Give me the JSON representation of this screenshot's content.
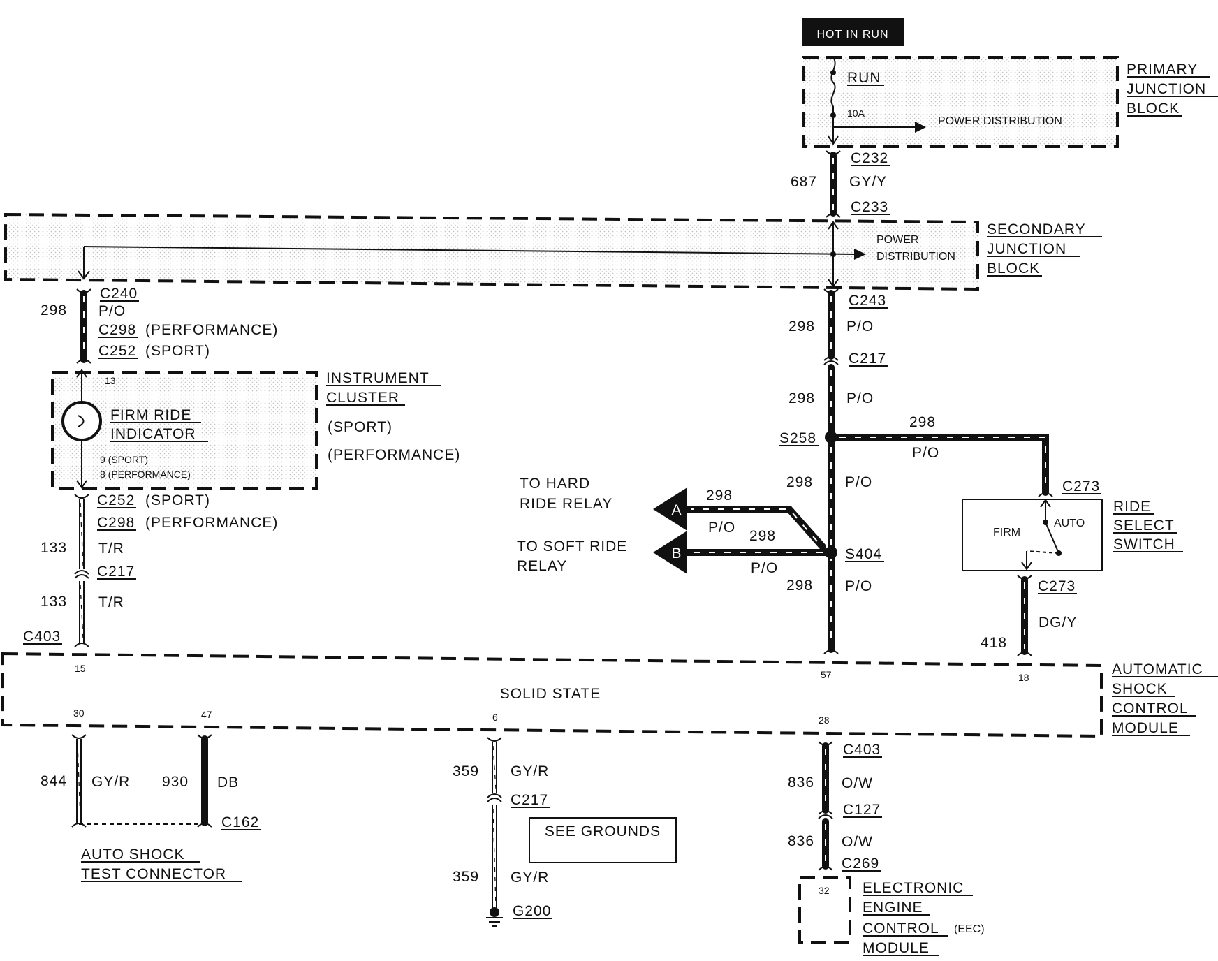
{
  "hot_in_run": "HOT IN RUN",
  "primary_block": {
    "line1": "PRIMARY",
    "line2": "JUNCTION",
    "line3": "BLOCK",
    "run_label": "RUN",
    "fuse_rating": "10A",
    "power_distribution": "POWER DISTRIBUTION"
  },
  "wire_687": {
    "circuit": "687",
    "color": "GY/Y",
    "conn_top": "C232",
    "conn_bottom": "C233"
  },
  "secondary_block": {
    "line1": "SECONDARY",
    "line2": "JUNCTION",
    "line3": "BLOCK",
    "power": "POWER",
    "distribution": "DISTRIBUTION"
  },
  "left_feed": {
    "conn": "C240",
    "circuit": "298",
    "color": "P/O",
    "conn_perf": "C298",
    "perf_label": "(PERFORMANCE)",
    "conn_sport": "C252",
    "sport_label": "(SPORT)"
  },
  "instrument_cluster": {
    "line1": "INSTRUMENT",
    "line2": "CLUSTER",
    "sport": "(SPORT)",
    "performance": "(PERFORMANCE)",
    "pin_top": "13",
    "pin_bottom_sport": "9 (SPORT)",
    "pin_bottom_perf": "8 (PERFORMANCE)",
    "indicator_line1": "FIRM RIDE",
    "indicator_line2": "INDICATOR"
  },
  "left_lower": {
    "conn_sport": "C252",
    "sport_label": "(SPORT)",
    "conn_perf": "C298",
    "perf_label": "(PERFORMANCE)",
    "circuit_top": "133",
    "color_top": "T/R",
    "conn_mid": "C217",
    "circuit_bottom": "133",
    "color_bottom": "T/R",
    "conn_bottom": "C403"
  },
  "right_trunk": {
    "conn_c243": "C243",
    "circuit_a": "298",
    "color_a": "P/O",
    "conn_c217": "C217",
    "circuit_b": "298",
    "color_b": "P/O",
    "splice_s258": "S258",
    "circuit_c": "298",
    "color_c": "P/O",
    "splice_s404": "S404",
    "circuit_d": "298",
    "color_d": "P/O"
  },
  "branch_to_switch": {
    "circuit": "298",
    "color": "P/O",
    "conn": "C273"
  },
  "ride_select_switch": {
    "line1": "RIDE",
    "line2": "SELECT",
    "line3": "SWITCH",
    "firm": "FIRM",
    "auto": "AUTO",
    "conn_bottom": "C273",
    "circuit": "418",
    "color": "DG/Y"
  },
  "hard_relay": {
    "line1": "TO HARD",
    "line2": "RIDE RELAY",
    "letter": "A",
    "circuit": "298",
    "color": "P/O"
  },
  "soft_relay": {
    "line1": "TO SOFT RIDE",
    "line2": "RELAY",
    "letter": "B",
    "circuit": "298",
    "color": "P/O"
  },
  "asc_module": {
    "line1": "AUTOMATIC",
    "line2": "SHOCK",
    "line3": "CONTROL",
    "line4": "MODULE",
    "solid_state": "SOLID STATE",
    "pin_15": "15",
    "pin_57": "57",
    "pin_18": "18",
    "pin_30": "30",
    "pin_47": "47",
    "pin_6": "6",
    "pin_28": "28"
  },
  "test_connector": {
    "circuit_a": "844",
    "color_a": "GY/R",
    "circuit_b": "930",
    "color_b": "DB",
    "conn": "C162",
    "line1": "AUTO SHOCK",
    "line2": "TEST CONNECTOR"
  },
  "ground": {
    "circuit_top": "359",
    "color_top": "GY/R",
    "conn": "C217",
    "circuit_bottom": "359",
    "color_bottom": "GY/R",
    "ground_id": "G200",
    "see_grounds": "SEE GROUNDS"
  },
  "eec": {
    "conn_c403": "C403",
    "circuit_a": "836",
    "color_a": "O/W",
    "conn_c127": "C127",
    "circuit_b": "836",
    "color_b": "O/W",
    "conn_c269": "C269",
    "pin": "32",
    "line1": "ELECTRONIC",
    "line2": "ENGINE",
    "line3": "CONTROL",
    "line3_suffix": "(EEC)",
    "line4": "MODULE"
  },
  "colors": {
    "ink": "#111111",
    "paper": "#ffffff",
    "shade": "#ececec"
  }
}
